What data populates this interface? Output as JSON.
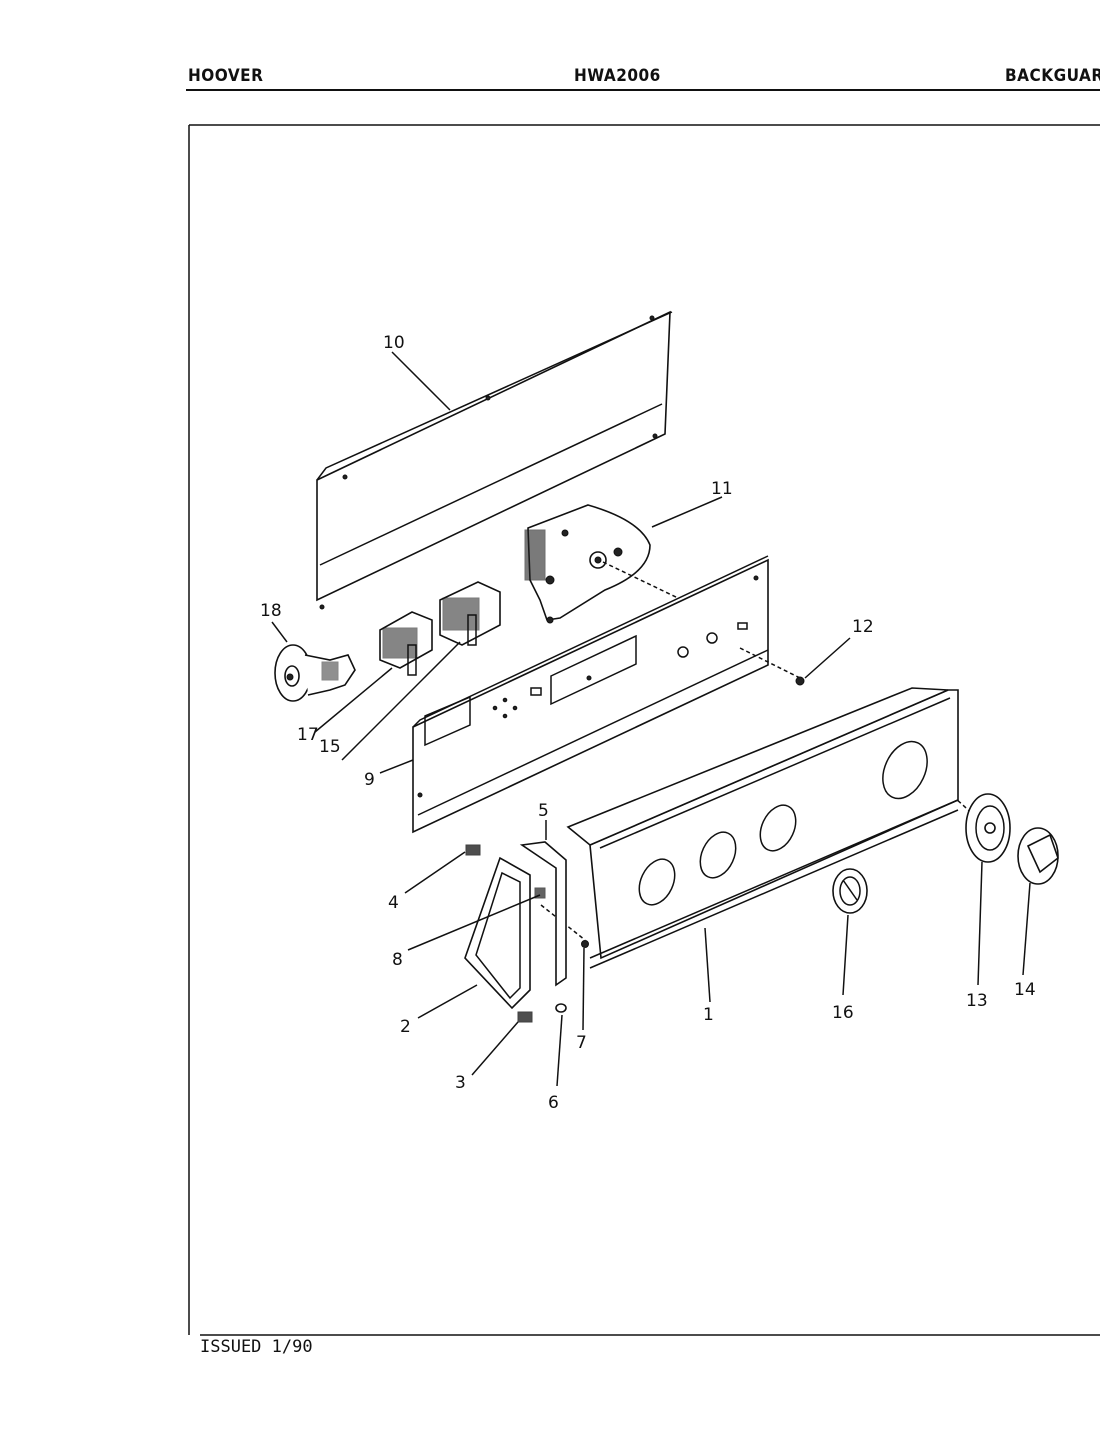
{
  "header": {
    "brand": "HOOVER",
    "model": "HWA2006",
    "section": "BACKGUARD"
  },
  "footer": {
    "issued": "ISSUED 1/90"
  },
  "callouts": [
    "1",
    "2",
    "3",
    "4",
    "5",
    "6",
    "7",
    "8",
    "9",
    "10",
    "11",
    "12",
    "13",
    "14",
    "15",
    "16",
    "17",
    "18"
  ]
}
